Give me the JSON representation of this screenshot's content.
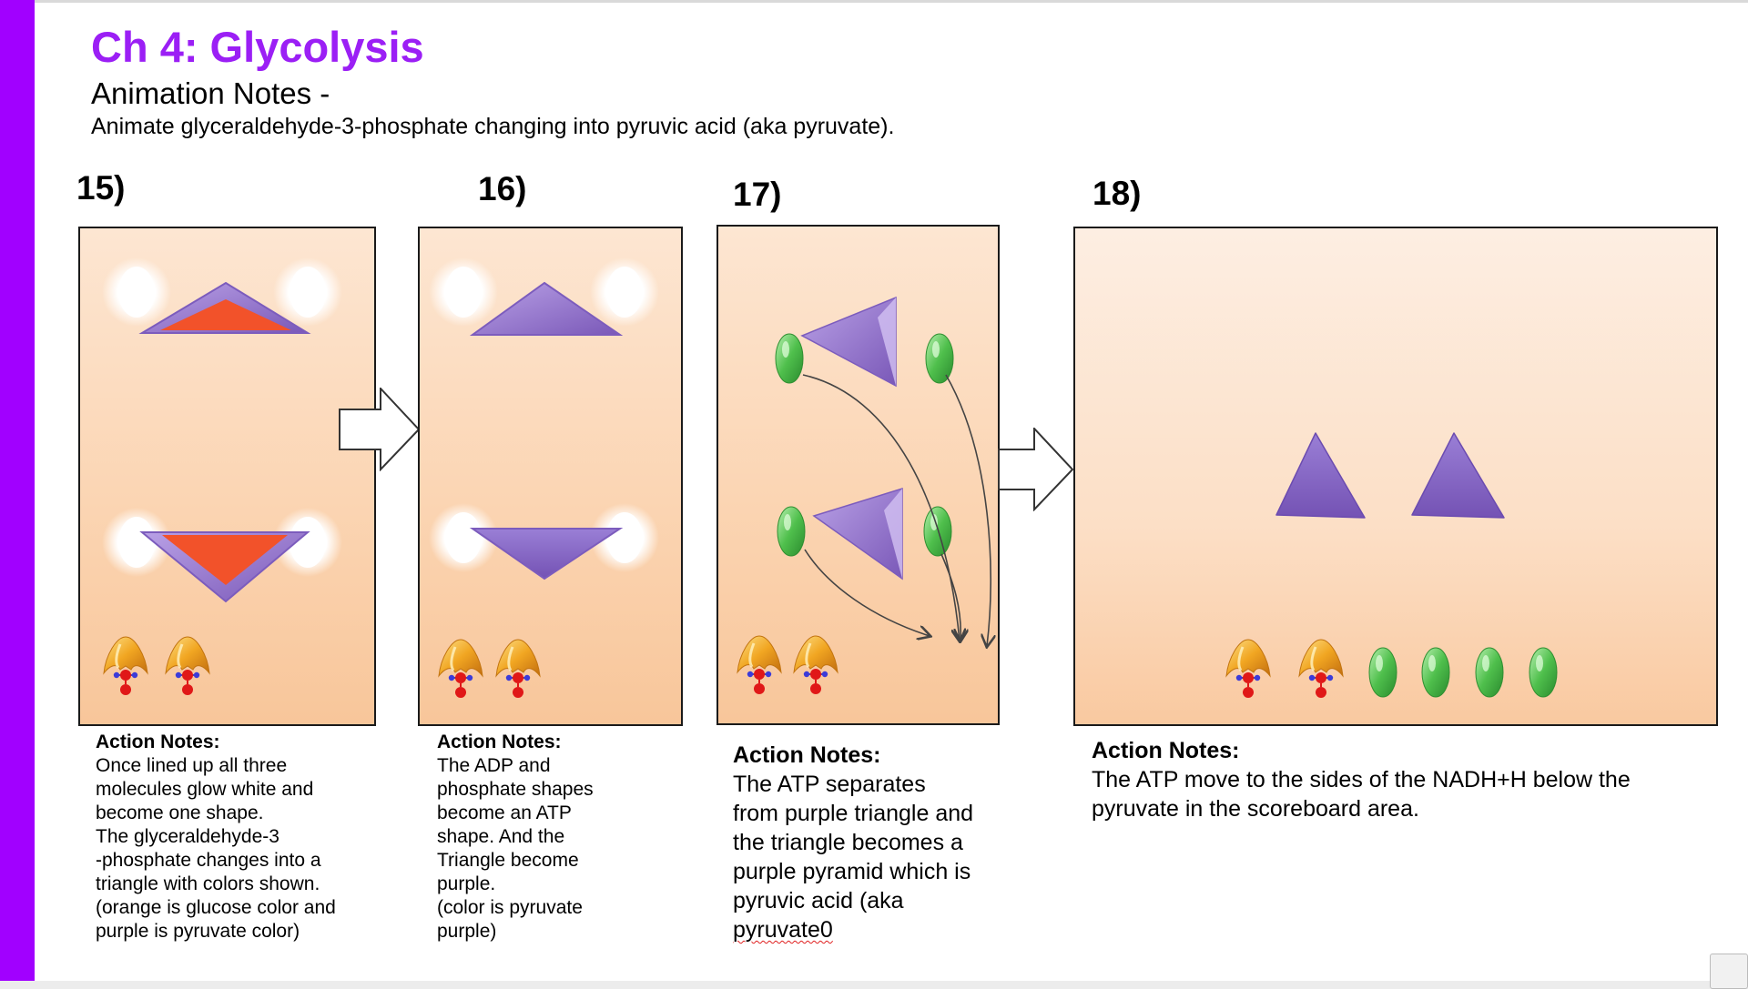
{
  "title": "Ch 4: Glycolysis",
  "subtitle": "Animation Notes -",
  "description": "Animate glyceraldehyde-3-phosphate changing into pyruvic acid (aka pyruvate).",
  "steps": [
    {
      "number": "15)",
      "notes_heading": "Action Notes:",
      "notes_lines": [
        "Once lined up all three",
        "molecules glow white and",
        "become one shape.",
        "The glyceraldehyde-3",
        "-phosphate changes into a",
        "triangle with colors shown.",
        "(orange is glucose color and",
        "purple is pyruvate color)"
      ]
    },
    {
      "number": "16)",
      "notes_heading": "Action Notes:",
      "notes_lines": [
        "The ADP and",
        "phosphate shapes",
        "become an ATP",
        "shape. And the",
        "Triangle become",
        "purple.",
        "(color is pyruvate",
        "purple)"
      ]
    },
    {
      "number": "17)",
      "notes_heading": "Action Notes:",
      "notes_lines": [
        "The ATP separates",
        "from purple triangle and",
        "the triangle becomes a",
        "purple pyramid which is",
        "pyruvic acid (aka"
      ],
      "notes_last_line": "pyruvate0"
    },
    {
      "number": "18)",
      "notes_heading": "Action Notes:",
      "notes_lines": [
        "The ATP move to the sides of the NADH+H below the",
        "pyruvate in the scoreboard area."
      ]
    }
  ],
  "colors": {
    "accent": "#a100ff",
    "title": "#9b1ff5",
    "pyruvate_purple": "#8e6cc9",
    "glucose_orange": "#f2522a",
    "nadh_green": "#47b24a",
    "atp_gold": "#f0a020",
    "phosphate_red": "#e01818"
  }
}
